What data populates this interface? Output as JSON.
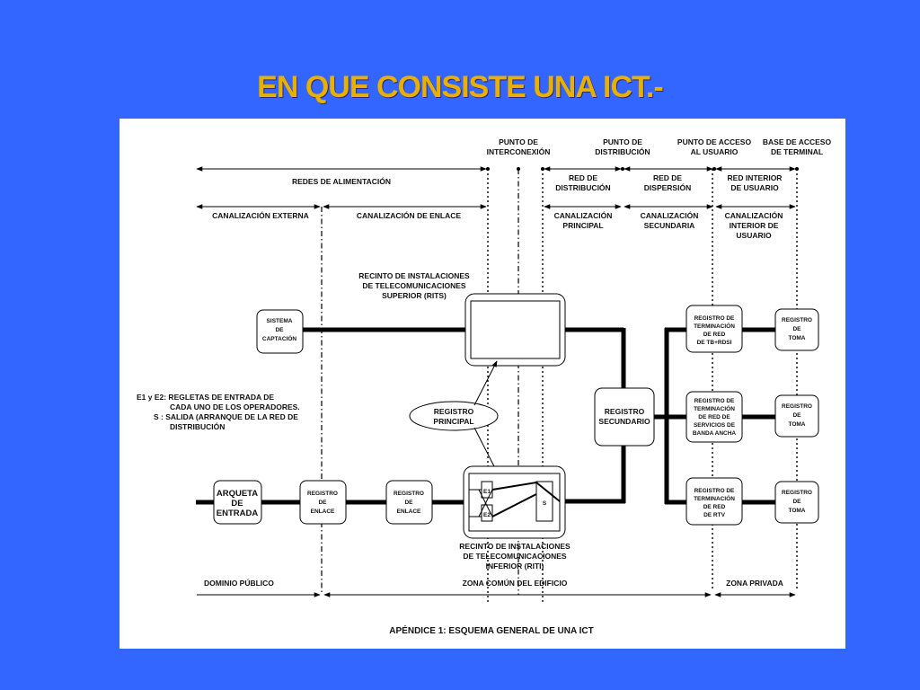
{
  "slide": {
    "title": "EN QUE CONSISTE UNA ICT.-"
  },
  "diagram": {
    "points": {
      "interconexion": [
        "PUNTO DE",
        "INTERCONEXIÓN"
      ],
      "distribucion": [
        "PUNTO DE",
        "DISTRIBUCIÓN"
      ],
      "acceso": [
        "PUNTO DE ACCESO",
        "AL USUARIO"
      ],
      "base": [
        "BASE DE ACCESO",
        "DE TERMINAL"
      ]
    },
    "networks": {
      "alimentacion": "REDES DE ALIMENTACIÓN",
      "distribucion": [
        "RED DE",
        "DISTRIBUCIÓN"
      ],
      "dispersion": [
        "RED DE",
        "DISPERSIÓN"
      ],
      "interior": [
        "RED INTERIOR",
        "DE USUARIO"
      ]
    },
    "canalizaciones": {
      "externa": "CANALIZACIÓN EXTERNA",
      "enlace": "CANALIZACIÓN DE ENLACE",
      "principal": [
        "CANALIZACIÓN",
        "PRINCIPAL"
      ],
      "secundaria": [
        "CANALIZACIÓN",
        "SECUNDARIA"
      ],
      "interior": [
        "CANALIZACIÓN",
        "INTERIOR DE",
        "USUARIO"
      ]
    },
    "rits_label": [
      "RECINTO DE INSTALACIONES",
      "DE TELECOMUNICACIONES",
      "SUPERIOR (RITS)"
    ],
    "riti_label": [
      "RECINTO DE INSTALACIONES",
      "DE TELECOMUNICACIONES",
      "INFERIOR (RITI)"
    ],
    "sistema_captacion": [
      "SISTEMA",
      "DE",
      "CAPTACIÓN"
    ],
    "legend": [
      "E1 y E2: REGLETAS DE ENTRADA DE",
      "CADA UNO DE LOS OPERADORES.",
      "S   : SALIDA (ARRANQUE DE LA RED DE",
      "DISTRIBUCIÓN"
    ],
    "registro_principal": [
      "REGISTRO",
      "PRINCIPAL"
    ],
    "registro_secundario": [
      "REGISTRO",
      "SECUNDARIO"
    ],
    "arqueta": [
      "ARQUETA",
      "DE",
      "ENTRADA"
    ],
    "registro_enlace": [
      "REGISTRO",
      "DE",
      "ENLACE"
    ],
    "e1": "E1",
    "e2": "E2",
    "s": "S",
    "terminacion": [
      [
        "REGISTRO DE",
        "TERMINACIÓN",
        "DE RED",
        "DE TB+RDSI"
      ],
      [
        "REGISTRO DE",
        "TERMINACIÓN",
        "DE RED DE",
        "SERVICIOS DE",
        "BANDA ANCHA"
      ],
      [
        "REGISTRO DE",
        "TERMINACIÓN",
        "DE RED",
        "DE RTV"
      ]
    ],
    "registro_toma": [
      "REGISTRO",
      "DE",
      "TOMA"
    ],
    "dominios": {
      "publico": "DOMINIO PÚBLICO",
      "comun": "ZONA COMÚN DEL EDIFICIO",
      "privada": "ZONA PRIVADA"
    },
    "caption": "APÉNDICE 1: ESQUEMA GENERAL DE UNA ICT"
  }
}
